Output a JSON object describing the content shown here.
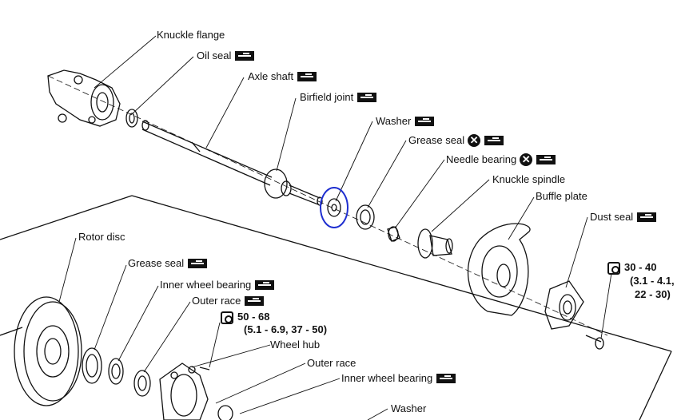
{
  "labels": {
    "knuckle_flange": "Knuckle flange",
    "oil_seal": "Oil seal",
    "axle_shaft": "Axle shaft",
    "birfield_joint": "Birfield joint",
    "washer_upper": "Washer",
    "grease_seal_upper": "Grease seal",
    "needle_bearing": "Needle bearing",
    "knuckle_spindle": "Knuckle spindle",
    "buffle_plate": "Buffle plate",
    "dust_seal": "Dust seal",
    "rotor_disc": "Rotor disc",
    "grease_seal_lower": "Grease seal",
    "inner_wheel_bearing_upper": "Inner wheel bearing",
    "outer_race_upper": "Outer race",
    "wheel_hub": "Wheel hub",
    "outer_race_lower": "Outer race",
    "inner_wheel_bearing_lower": "Inner wheel bearing",
    "washer_lower": "Washer"
  },
  "torque": {
    "right_line1": "30 - 40",
    "right_line2": "(3.1 - 4.1,",
    "right_line3": "22 - 30)",
    "hub_line1": "50 - 68",
    "hub_line2": "(5.1 - 6.9, 37 - 50)"
  },
  "symbols": {
    "lube_badge": "grease-badge-icon",
    "replace_mark": "replace-x-icon",
    "torque_symbol": "torque-wrench-icon"
  },
  "highlight": {
    "color": "#1f2fd0",
    "target": "washer"
  }
}
